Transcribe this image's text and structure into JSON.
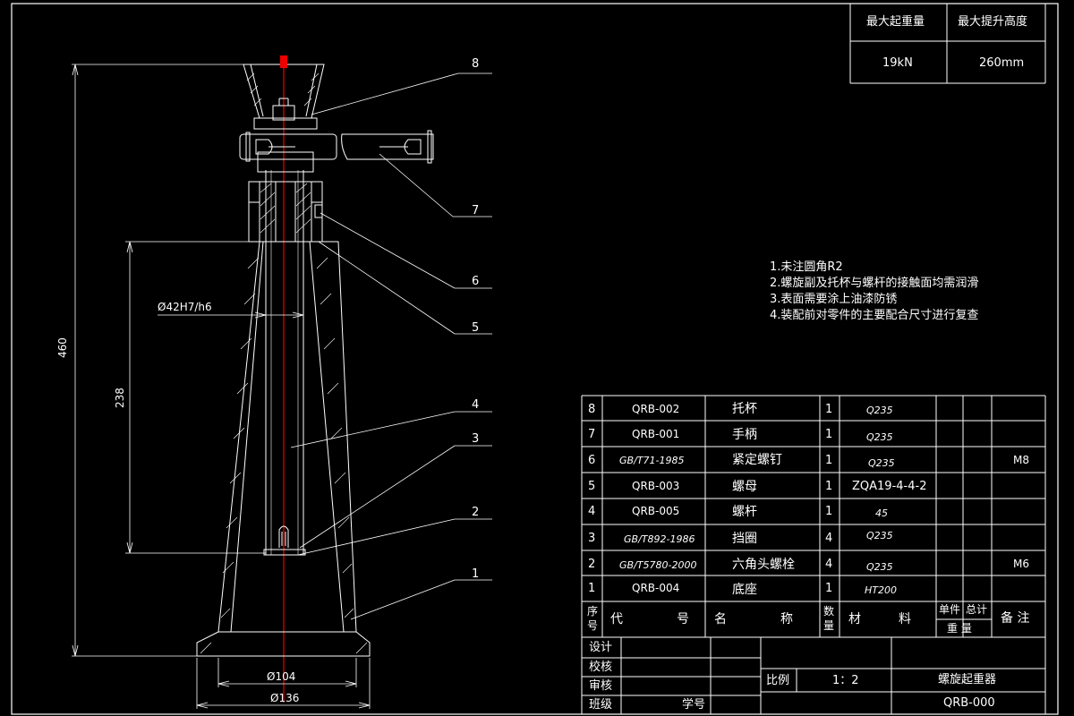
{
  "spec": {
    "h1": "最大起重量",
    "h2": "最大提升高度",
    "v1": "19kN",
    "v2": "260mm"
  },
  "notes": [
    "1.未注圆角R2",
    "2.螺旋副及托杯与螺杆的接触面均需润滑",
    "3.表面需要涂上油漆防锈",
    "4.装配前对零件的主要配合尺寸进行复查"
  ],
  "dims": {
    "total_height": "460",
    "screw_len": "238",
    "fit": "Ø42H7/h6",
    "d_inner": "Ø104",
    "d_outer": "Ø136"
  },
  "balloons": [
    "8",
    "7",
    "6",
    "5",
    "4",
    "3",
    "2",
    "1"
  ],
  "bom": [
    {
      "no": "8",
      "code": "QRB-002",
      "name": "托杯",
      "qty": "1",
      "mat": "Q235",
      "note": ""
    },
    {
      "no": "7",
      "code": "QRB-001",
      "name": "手柄",
      "qty": "1",
      "mat": "Q235",
      "note": ""
    },
    {
      "no": "6",
      "code": "GB/T71-1985",
      "name": "紧定螺钉",
      "qty": "1",
      "mat": "Q235",
      "note": "M8"
    },
    {
      "no": "5",
      "code": "QRB-003",
      "name": "螺母",
      "qty": "1",
      "mat": "ZQA19-4-4-2",
      "note": ""
    },
    {
      "no": "4",
      "code": "QRB-005",
      "name": "螺杆",
      "qty": "1",
      "mat": "45",
      "note": ""
    },
    {
      "no": "3",
      "code": "GB/T892-1986",
      "name": "挡圈",
      "qty": "4",
      "mat": "Q235",
      "note": ""
    },
    {
      "no": "2",
      "code": "GB/T5780-2000",
      "name": "六角头螺栓",
      "qty": "4",
      "mat": "Q235",
      "note": "M6"
    },
    {
      "no": "1",
      "code": "QRB-004",
      "name": "底座",
      "qty": "1",
      "mat": "HT200",
      "note": ""
    }
  ],
  "bom_header": {
    "no_a": "序",
    "no_b": "号",
    "code_a": "代",
    "code_b": "号",
    "name_a": "名",
    "name_b": "称",
    "qty_a": "数",
    "qty_b": "量",
    "mat_a": "材",
    "mat_b": "料",
    "unit": "单件",
    "total": "总计",
    "weight": "重  量",
    "remark": "备 注"
  },
  "title_block": {
    "design": "设计",
    "check": "校核",
    "review": "审核",
    "class": "班级",
    "student_no": "学号",
    "scale_label": "比例",
    "scale": "1：2",
    "drawing_name": "螺旋起重器",
    "drawing_no": "QRB-000"
  }
}
